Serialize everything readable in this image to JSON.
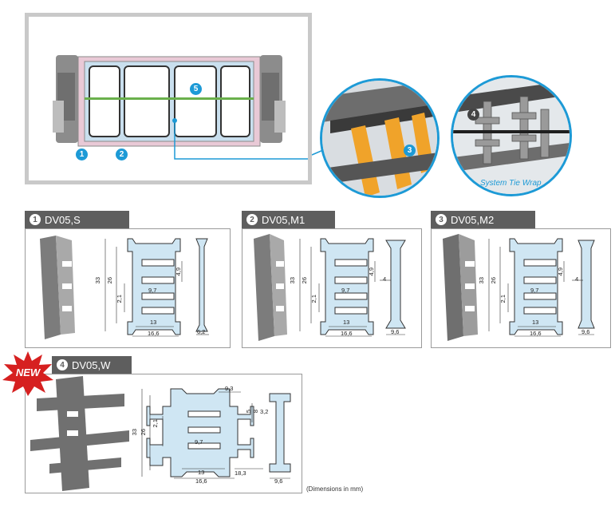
{
  "overview": {
    "callouts": [
      "1",
      "2",
      "5"
    ],
    "zoom_left_callout": "3",
    "zoom_right_callout": "4",
    "tie_wrap_caption": "System Tie Wrap"
  },
  "badge_label": "NEW",
  "products": [
    {
      "number": "1",
      "name": "DV05,S",
      "dims": {
        "height_outer": "33",
        "height_inner": "26",
        "slot": "2,1",
        "slot_gap": "4,9",
        "center": "9,7",
        "width_inner": "13",
        "width_outer": "16,6",
        "side": "6,2"
      }
    },
    {
      "number": "2",
      "name": "DV05,M1",
      "dims": {
        "height_outer": "33",
        "height_inner": "26",
        "slot": "2,1",
        "slot_gap": "4,9",
        "center": "9,7",
        "width_inner": "13",
        "width_outer": "16,6",
        "side_web": "4",
        "side": "9,6"
      }
    },
    {
      "number": "3",
      "name": "DV05,M2",
      "dims": {
        "height_outer": "33",
        "height_inner": "26",
        "slot": "2,1",
        "slot_gap": "4,9",
        "center": "9,7",
        "width_inner": "13",
        "width_outer": "16,6",
        "side_web": "4",
        "side": "9,6"
      }
    },
    {
      "number": "4",
      "name": "DV05,W",
      "dims": {
        "height_outer": "33",
        "height_inner": "26",
        "slot": "2,1",
        "top_arm": "9,3",
        "arm_a": "5",
        "arm_b": "8",
        "center": "9,7",
        "width_inner": "13",
        "width_outer": "16,6",
        "arm_len": "18,3",
        "side_top": "3,2",
        "side": "9,6"
      }
    }
  ],
  "footnote": "(Dimensions in mm)",
  "colors": {
    "accent": "#1d9ad6",
    "part_fill": "#cfe6f3",
    "tab": "#5e5e5e",
    "new_badge": "#d62020"
  }
}
